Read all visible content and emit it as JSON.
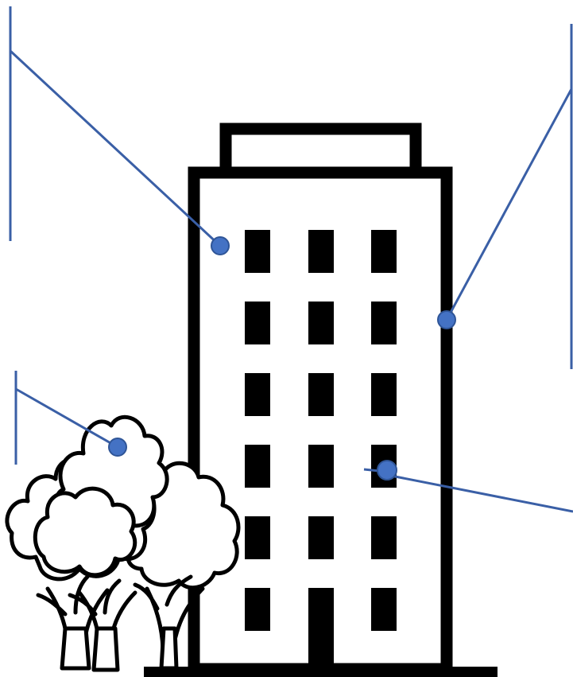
{
  "colors": {
    "line": "#000000",
    "fill": "#ffffff",
    "callout": "#3a5fa6",
    "marker_fill": "#4472c4",
    "marker_stroke": "#2f5597"
  },
  "icons": {
    "building": "office-building-icon",
    "trees": "tree-group-icon"
  },
  "callouts": [
    {
      "id": "building-facade"
    },
    {
      "id": "building-side"
    },
    {
      "id": "tree-canopy"
    },
    {
      "id": "building-window"
    }
  ]
}
